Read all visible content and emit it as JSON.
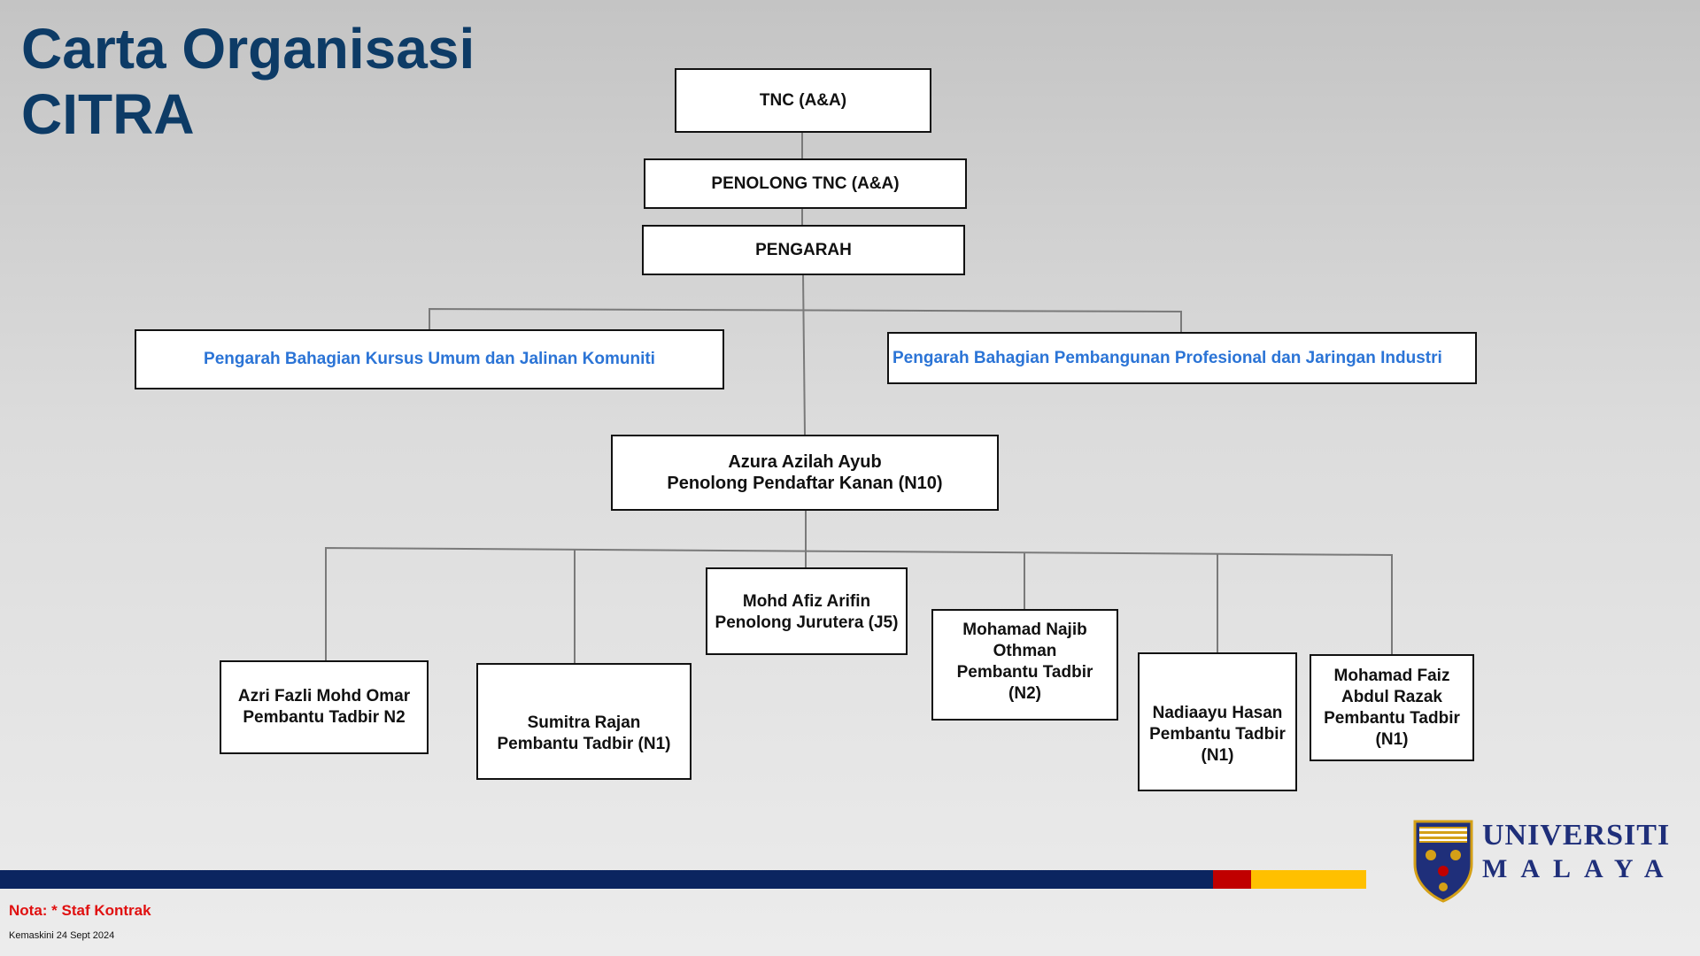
{
  "title": {
    "line1": "Carta Organisasi",
    "line2": "CITRA"
  },
  "org": {
    "top": "TNC (A&A)",
    "assistant": "PENOLONG TNC (A&A)",
    "director": "PENGARAH",
    "divisions": [
      "Pengarah Bahagian Kursus Umum dan Jalinan Komuniti",
      "Pengarah Bahagian Pembangunan Profesional dan Jaringan Industri"
    ],
    "manager": {
      "name": "Azura Azilah Ayub",
      "role": "Penolong Pendaftar Kanan (N10)"
    },
    "staff": [
      {
        "line1": "Azri Fazli Mohd Omar",
        "line2": "Pembantu Tadbir N2"
      },
      {
        "line1": "Sumitra Rajan",
        "line2": "Pembantu Tadbir (N1)"
      },
      {
        "line1": "Mohd Afiz Arifin",
        "line2": "Penolong Jurutera (J5)"
      },
      {
        "line1": "Mohamad Najib",
        "line2": "Othman",
        "line3": "Pembantu Tadbir",
        "line4": "(N2)"
      },
      {
        "line1": "Nadiaayu Hasan",
        "line2": "Pembantu Tadbir",
        "line3": "(N1)"
      },
      {
        "line1": "Mohamad Faiz",
        "line2": "Abdul Razak",
        "line3": "Pembantu Tadbir",
        "line4": "(N1)"
      }
    ]
  },
  "footer": {
    "note": "Nota:  * Staf Kontrak",
    "updated": "Kemaskini 24 Sept 2024"
  },
  "logo": {
    "word1": "UNIVERSITI",
    "word2": "MALAYA"
  },
  "colors": {
    "title": "#0d3b66",
    "division_text": "#2b74d6",
    "stripe_navy": "#0b2560",
    "stripe_red": "#c00000",
    "stripe_yellow": "#ffc000",
    "note": "#e01010"
  }
}
